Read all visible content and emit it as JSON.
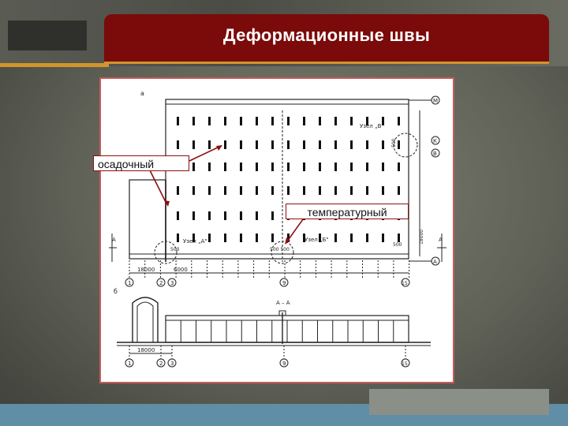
{
  "slide": {
    "title": "Деформационные швы"
  },
  "callouts": {
    "settlement": "осадочный",
    "thermal": "температурный"
  },
  "drawing": {
    "plan_mark": "а",
    "section_mark": "б",
    "section_title": "А – А",
    "node_a": "Узел „А\"",
    "node_b": "Узел „Б\"",
    "node_v": "Узел „В\"",
    "dims": {
      "d18000_bottom": "18000",
      "d6000": "6000",
      "d18000_section": "18000",
      "d18000_right": "18000",
      "d500_a": "500",
      "d500_b": "500 500",
      "d500_c": "500",
      "d500_v": "500"
    },
    "section_label_left": "А",
    "section_label_right": "А",
    "axes": {
      "a1": "1",
      "a2": "2",
      "a3": "3",
      "a9": "9",
      "a15": "15",
      "b1": "1",
      "b2": "2",
      "b3": "3",
      "b9": "9",
      "b15": "15",
      "rM": "М",
      "rK": "К",
      "rV": "В",
      "rA": "А"
    }
  },
  "colors": {
    "title_bg": "#7b0a0a",
    "accent_stripe": "#d0962c",
    "callout_border": "#8b1010",
    "arrow": "#8b1010",
    "footer": "#5f8ea6"
  }
}
